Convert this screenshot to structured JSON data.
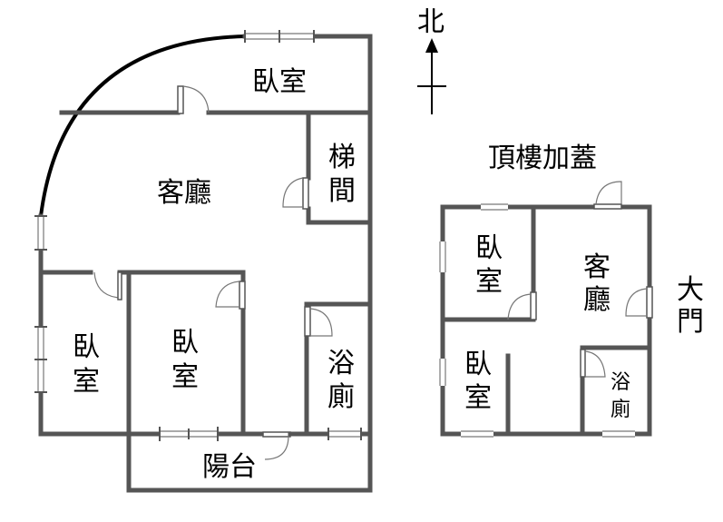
{
  "north": {
    "label": "北"
  },
  "floor_main": {
    "rooms": {
      "bedroom_top": "臥室",
      "living": "客廳",
      "stair_1": "梯",
      "stair_2": "間",
      "bedroom_left_1": "臥",
      "bedroom_left_2": "室",
      "bedroom_mid_1": "臥",
      "bedroom_mid_2": "室",
      "bath_1": "浴",
      "bath_2": "廁",
      "balcony": "陽台"
    }
  },
  "floor_roof": {
    "title": "頂樓加蓋",
    "rooms": {
      "bedroom_top_1": "臥",
      "bedroom_top_2": "室",
      "living_1": "客",
      "living_2": "廳",
      "bedroom_bottom_1": "臥",
      "bedroom_bottom_2": "室",
      "bath_1": "浴",
      "bath_2": "廁"
    },
    "entrance_1": "大",
    "entrance_2": "門"
  },
  "colors": {
    "wall": "#555555",
    "text": "#000000",
    "background": "#ffffff"
  }
}
